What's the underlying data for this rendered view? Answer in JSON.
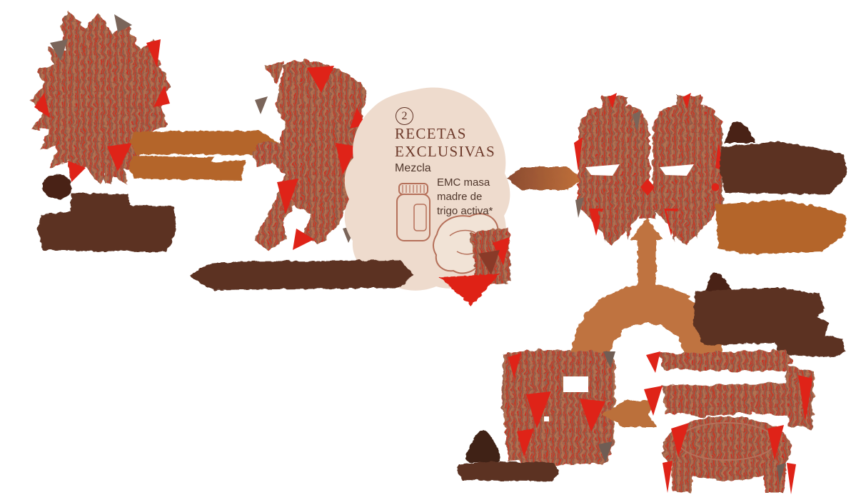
{
  "center_card": {
    "step_number": "2",
    "title_line1": "RECETAS",
    "title_line2": "EXCLUSIVAS",
    "subtitle": "Mezcla",
    "annotation_line1": "EMC masa",
    "annotation_line2": "madre de",
    "annotation_line3": "trigo activa*"
  },
  "colors": {
    "accent_orange": "#b4652c",
    "arch_orange": "#bf7340",
    "arrow_left_brown": "#bb6f3a",
    "dark_label_blob": "#5b3122",
    "dark_icon": "#4a2315",
    "beige_blob": "#eedbcd",
    "title_maroon": "#6d392a",
    "body_text": "#4f362b",
    "glitch_red": "#df2318",
    "glitch_base": "#a5664f",
    "line_art": "#b5705a"
  },
  "illustrations": {
    "wheat": "wheat-sheaf-illustration",
    "miller": "person-carrying-flour-sack-illustration",
    "jar": "sourdough-starter-jar-icon",
    "hand": "hand-kneading-dough-icon",
    "tanks": "fermentation-tanks-illustration",
    "oven": "bread-oven-illustration",
    "basket": "dough-proofing-basket-illustration"
  }
}
